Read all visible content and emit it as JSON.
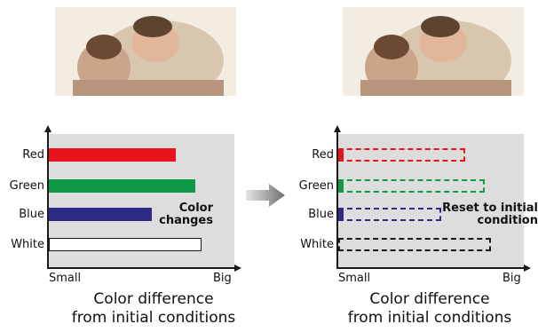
{
  "left_panel": {
    "categories": [
      "Red",
      "Green",
      "Blue",
      "White"
    ],
    "note": "Color\nchanges",
    "x_min_label": "Small",
    "x_max_label": "Big",
    "caption_line1": "Color difference",
    "caption_line2": "from initial conditions"
  },
  "right_panel": {
    "categories": [
      "Red",
      "Green",
      "Blue",
      "White"
    ],
    "note": "Reset to initial\ncondition",
    "x_min_label": "Small",
    "x_max_label": "Big",
    "caption_line1": "Color difference",
    "caption_line2": "from initial conditions"
  },
  "colors": {
    "red": "#e8141c",
    "green": "#0e9a48",
    "blue": "#2e2a85",
    "white": "#ffffff",
    "panel_bg": "#dddddd",
    "arrow": "#777777"
  },
  "icons": [
    "photo-father-son",
    "right-arrow-icon"
  ],
  "chart_data": [
    {
      "type": "bar",
      "categories": [
        "Red",
        "Green",
        "Blue",
        "White"
      ],
      "values": [
        0.73,
        0.84,
        0.59,
        0.88
      ],
      "xlabel": "Color difference from initial conditions",
      "ylabel": "",
      "x_axis_labels": [
        "Small",
        "Big"
      ],
      "annotation": "Color changes"
    },
    {
      "type": "bar",
      "categories": [
        "Red",
        "Green",
        "Blue",
        "White"
      ],
      "values": [
        0.02,
        0.02,
        0.02,
        0.0
      ],
      "previous_values_dashed": [
        0.73,
        0.84,
        0.59,
        0.88
      ],
      "xlabel": "Color difference from initial conditions",
      "ylabel": "",
      "x_axis_labels": [
        "Small",
        "Big"
      ],
      "annotation": "Reset to initial condition"
    }
  ]
}
